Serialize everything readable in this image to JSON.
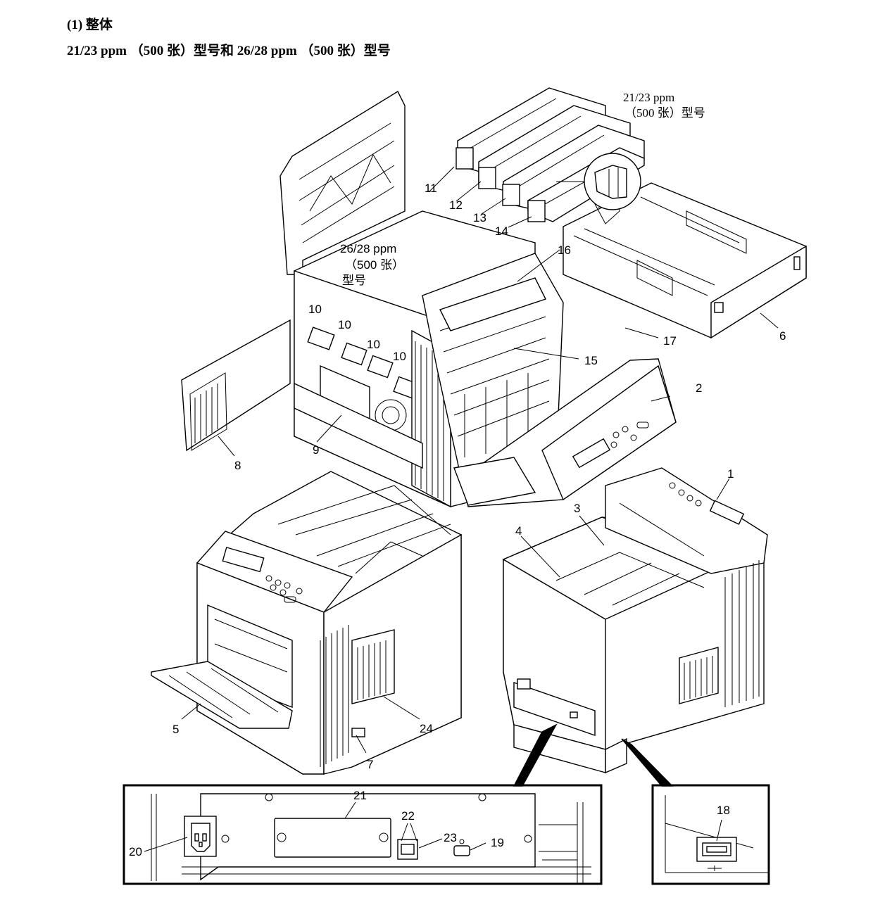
{
  "header": {
    "title": "(1) 整体",
    "subtitle": "21/23 ppm （500 张）型号和 26/28 ppm （500 张）型号"
  },
  "notes": {
    "model_a_line1": "21/23 ppm",
    "model_a_line2": "（500 张）型号",
    "model_b_line1": "26/28 ppm",
    "model_b_line2": "（500 张）",
    "model_b_line3": "型号"
  },
  "callouts": {
    "c1": "1",
    "c2": "2",
    "c3": "3",
    "c4": "4",
    "c5": "5",
    "c6": "6",
    "c7": "7",
    "c8": "8",
    "c9": "9",
    "c10a": "10",
    "c10b": "10",
    "c10c": "10",
    "c10d": "10",
    "c11": "11",
    "c12": "12",
    "c13": "13",
    "c14": "14",
    "c15": "15",
    "c16": "16",
    "c17": "17",
    "c18": "18",
    "c19": "19",
    "c20": "20",
    "c21": "21",
    "c22": "22",
    "c23": "23",
    "c24": "24"
  }
}
